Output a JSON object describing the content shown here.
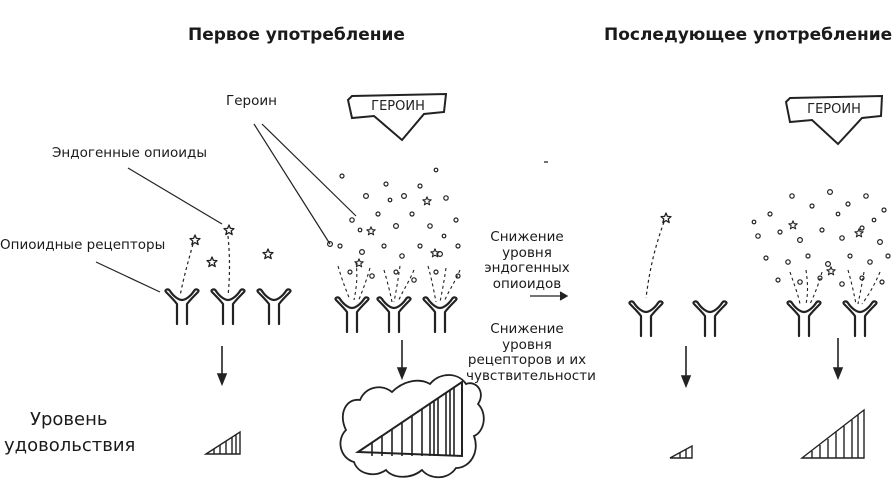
{
  "headings": {
    "first": "Первое употребление",
    "subsequent": "Последующее употребление"
  },
  "labels": {
    "heroin": "Героин",
    "endogenous": "Эндогенные опиоиды",
    "receptors": "Опиоидные рецепторы",
    "pleasure_line1": "Уровень",
    "pleasure_line2": "удовольствия"
  },
  "arrow_labels": {
    "heroin_1": "ГЕРОИН",
    "heroin_2": "ГЕРОИН"
  },
  "middle": {
    "decrease_opioids_l1": "Снижение уровня",
    "decrease_opioids_l2": "эндогенных",
    "decrease_opioids_l3": "опиоидов",
    "decrease_receptors_l1": "Снижение уровня",
    "decrease_receptors_l2": "рецепторов и их",
    "decrease_receptors_l3": "чувствительности"
  }
}
